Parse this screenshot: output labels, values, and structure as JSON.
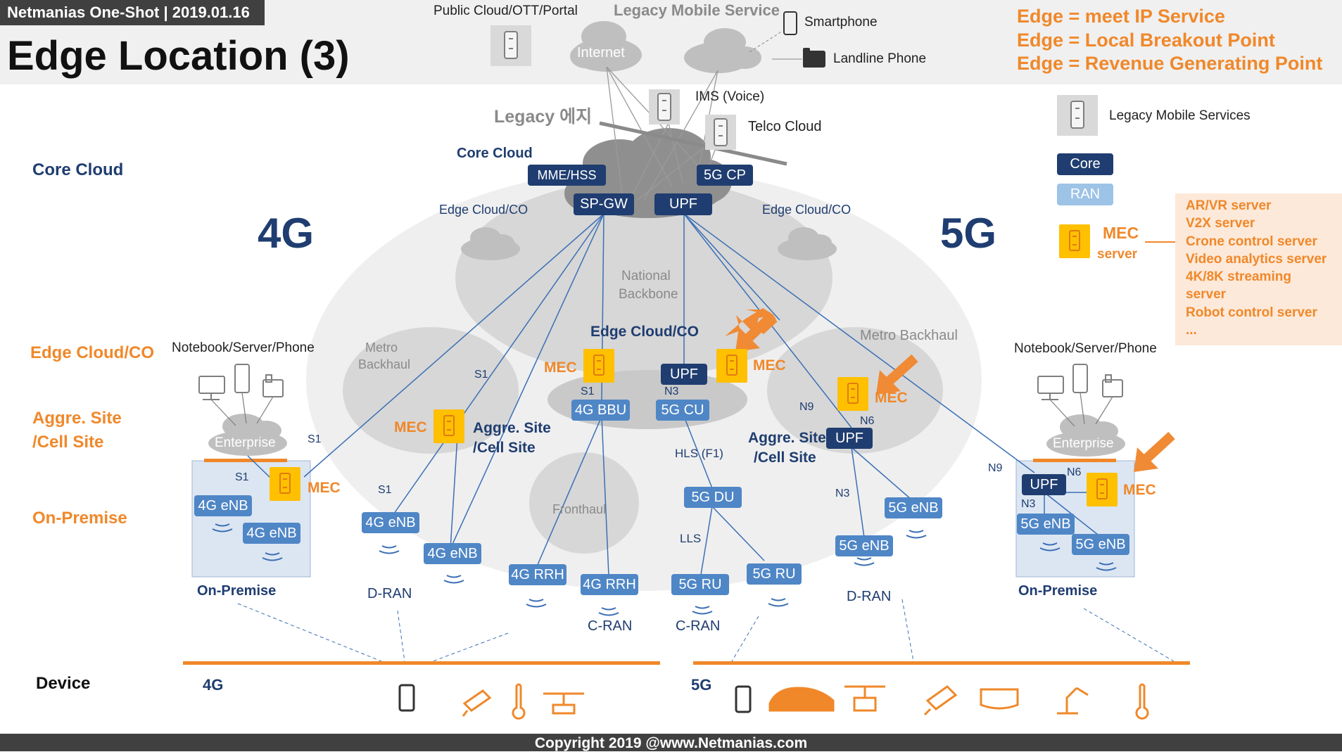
{
  "header": {
    "tag": "Netmanias One-Shot | 2019.01.16",
    "title": "Edge Location (3)"
  },
  "top": {
    "public_cloud": "Public Cloud/OTT/Portal",
    "legacy_mobile_service": "Legacy Mobile Service",
    "internet": "Internet",
    "smartphone": "Smartphone",
    "landline_phone": "Landline Phone",
    "ims_voice": "IMS (Voice)",
    "telco_cloud": "Telco Cloud",
    "legacy_edge": "Legacy 에지"
  },
  "edge_definitions": [
    "Edge = meet IP Service",
    "Edge = Local Breakout Point",
    "Edge = Revenue Generating Point"
  ],
  "legend": {
    "legacy_mobile_services": "Legacy Mobile Services",
    "core": "Core",
    "ran": "RAN",
    "mec": "MEC",
    "server": "server",
    "mec_servers": [
      "AR/VR server",
      "V2X server",
      "Crone control server",
      "Video analytics server",
      "4K/8K streaming",
      "server",
      "Robot control server",
      "..."
    ]
  },
  "left_labels": {
    "core_cloud": "Core Cloud",
    "edge_cloud_co": "Edge Cloud/CO",
    "aggre_site": "Aggre. Site",
    "cell_site": "/Cell Site",
    "on_premise": "On-Premise",
    "device": "Device"
  },
  "generations": {
    "g4": "4G",
    "g5": "5G"
  },
  "core": {
    "core_cloud": "Core Cloud",
    "mme_hss": "MME/HSS",
    "cp_5g": "5G CP",
    "sp_gw": "SP-GW",
    "upf": "UPF"
  },
  "regions": {
    "edge_cloud_co_left": "Edge Cloud/CO",
    "edge_cloud_co_right": "Edge Cloud/CO",
    "national": "National",
    "backbone": "Backbone",
    "metro": "Metro",
    "backhaul": "Backhaul",
    "metro_backhaul": "Metro Backhaul",
    "fronthaul": "Fronthaul",
    "edge_cloud_co_center": "Edge Cloud/CO"
  },
  "nodes": {
    "upf": "UPF",
    "bbu_4g": "4G BBU",
    "cu_5g": "5G CU",
    "enb_4g": "4G eNB",
    "enb_5g": "5G eNB",
    "rrh_4g": "4G RRH",
    "du_5g": "5G DU",
    "ru_5g": "5G RU",
    "enterprise": "Enterprise",
    "mec": "MEC",
    "aggre_site": "Aggre. Site",
    "cell_site": "/Cell Site"
  },
  "interfaces": {
    "s1": "S1",
    "n3": "N3",
    "n6": "N6",
    "n9": "N9",
    "hls": "HLS (F1)",
    "lls": "LLS"
  },
  "sites": {
    "notebook": "Notebook/Server/Phone",
    "on_premise": "On-Premise",
    "d_ran": "D-RAN",
    "c_ran": "C-RAN"
  },
  "devices": {
    "g4": "4G",
    "g5": "5G"
  },
  "footer": "Copyright 2019 @www.Netmanias.com",
  "colors": {
    "core": "#1f3d70",
    "ran": "#4f86c6",
    "accent_orange": "#f0882a",
    "mec_yellow": "#ffc000",
    "cloud_grey": "#c9c9c9"
  }
}
